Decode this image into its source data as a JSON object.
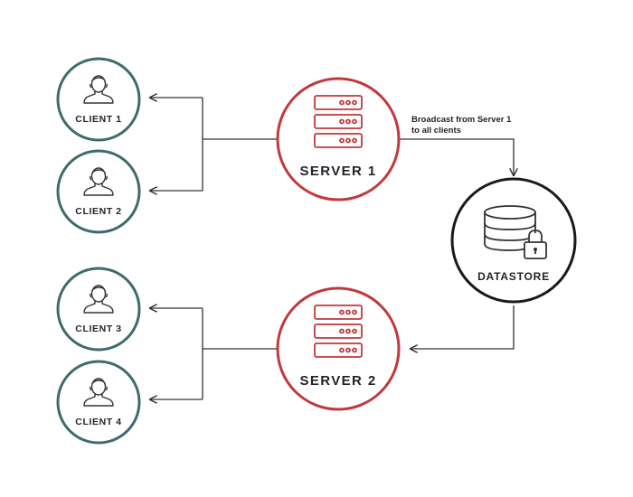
{
  "colors": {
    "client_ring": "#3e6b6d",
    "server_ring": "#c0393b",
    "datastore_ring": "#1a1a1a",
    "edge": "#333333",
    "text": "#1f2328"
  },
  "clients": [
    {
      "label": "CLIENT 1",
      "icon": "user-icon"
    },
    {
      "label": "CLIENT 2",
      "icon": "user-icon"
    },
    {
      "label": "CLIENT 3",
      "icon": "user-icon"
    },
    {
      "label": "CLIENT 4",
      "icon": "user-icon"
    }
  ],
  "servers": [
    {
      "label": "SERVER 1",
      "icon": "server-stack-icon"
    },
    {
      "label": "SERVER 2",
      "icon": "server-stack-icon"
    }
  ],
  "datastore": {
    "label": "DATASTORE",
    "icon": "database-lock-icon"
  },
  "annotations": {
    "broadcast_line1": "Broadcast from Server 1",
    "broadcast_line2": "to all clients"
  }
}
